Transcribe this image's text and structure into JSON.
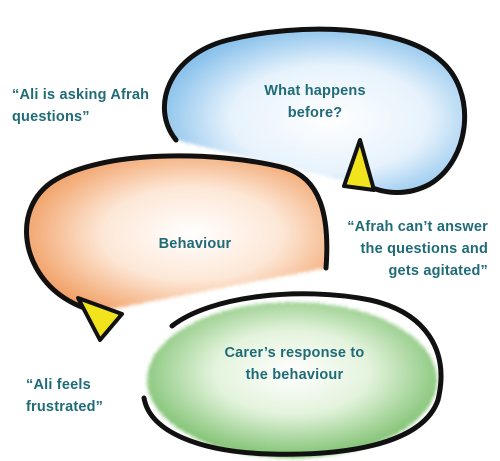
{
  "nodes": {
    "antecedent": {
      "label": "What happens before?",
      "color": "#8fc4ec"
    },
    "behaviour": {
      "label": "Behaviour",
      "color": "#f0a26a"
    },
    "response": {
      "label": "Carer’s response to the behaviour",
      "color": "#78bf6a"
    }
  },
  "annotations": {
    "antecedent_example": "“Ali is asking Afrah questions”",
    "behaviour_example": "“Afrah can’t answer the questions and gets agitated”",
    "response_example": "“Ali feels frustrated”"
  },
  "colors": {
    "text": "#1f6b78",
    "outline": "#111111",
    "arrowhead": "#f2e41c"
  }
}
